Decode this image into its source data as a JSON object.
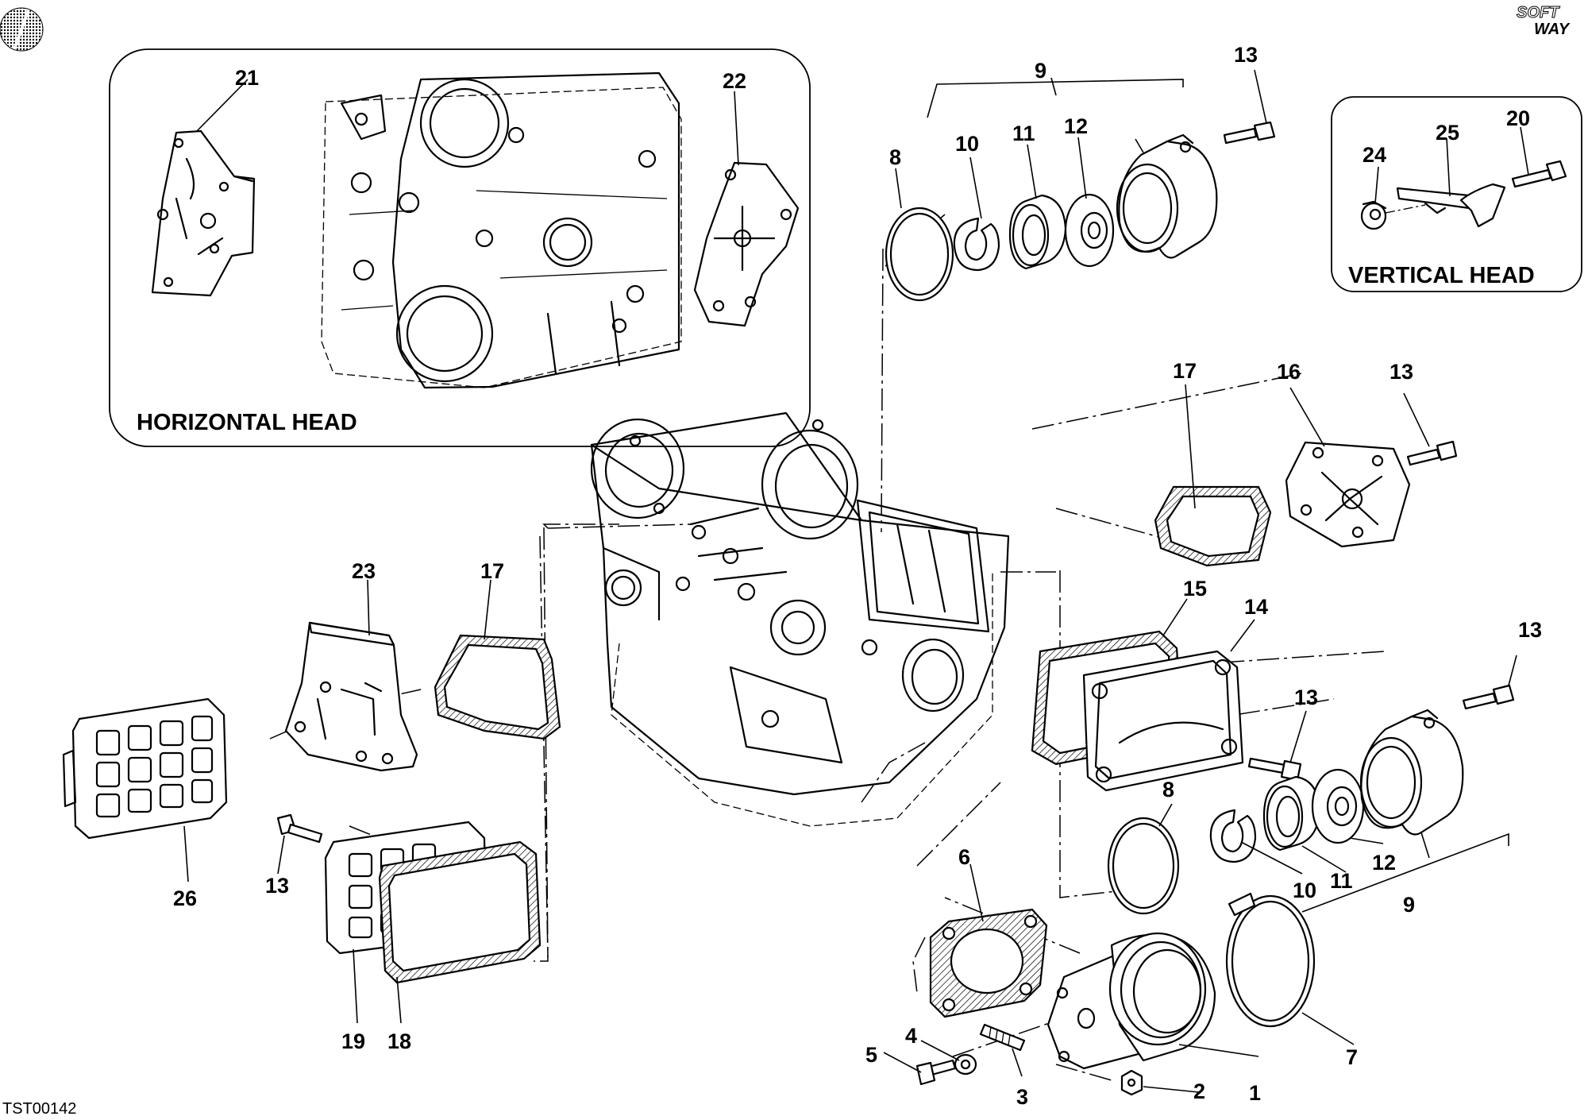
{
  "diagram": {
    "drawing_code": "TST00142",
    "logo_text": [
      "SOFT",
      "WAY"
    ],
    "inset_horizontal": {
      "title": "HORIZONTAL HEAD",
      "callouts": [
        "21",
        "22"
      ]
    },
    "inset_vertical": {
      "title": "VERTICAL HEAD",
      "callouts": [
        "24",
        "25",
        "20"
      ]
    },
    "callouts": {
      "c1": "1",
      "c2": "2",
      "c3": "3",
      "c4": "4",
      "c5": "5",
      "c6": "6",
      "c7": "7",
      "c8a": "8",
      "c8b": "8",
      "c9a": "9",
      "c9b": "9",
      "c10a": "10",
      "c10b": "10",
      "c11a": "11",
      "c11b": "11",
      "c12a": "12",
      "c12b": "12",
      "c13a": "13",
      "c13b": "13",
      "c13c": "13",
      "c13d": "13",
      "c13e": "13",
      "c14": "14",
      "c15": "15",
      "c16": "16",
      "c17a": "17",
      "c17b": "17",
      "c18": "18",
      "c19": "19",
      "c23": "23",
      "c26": "26"
    }
  }
}
